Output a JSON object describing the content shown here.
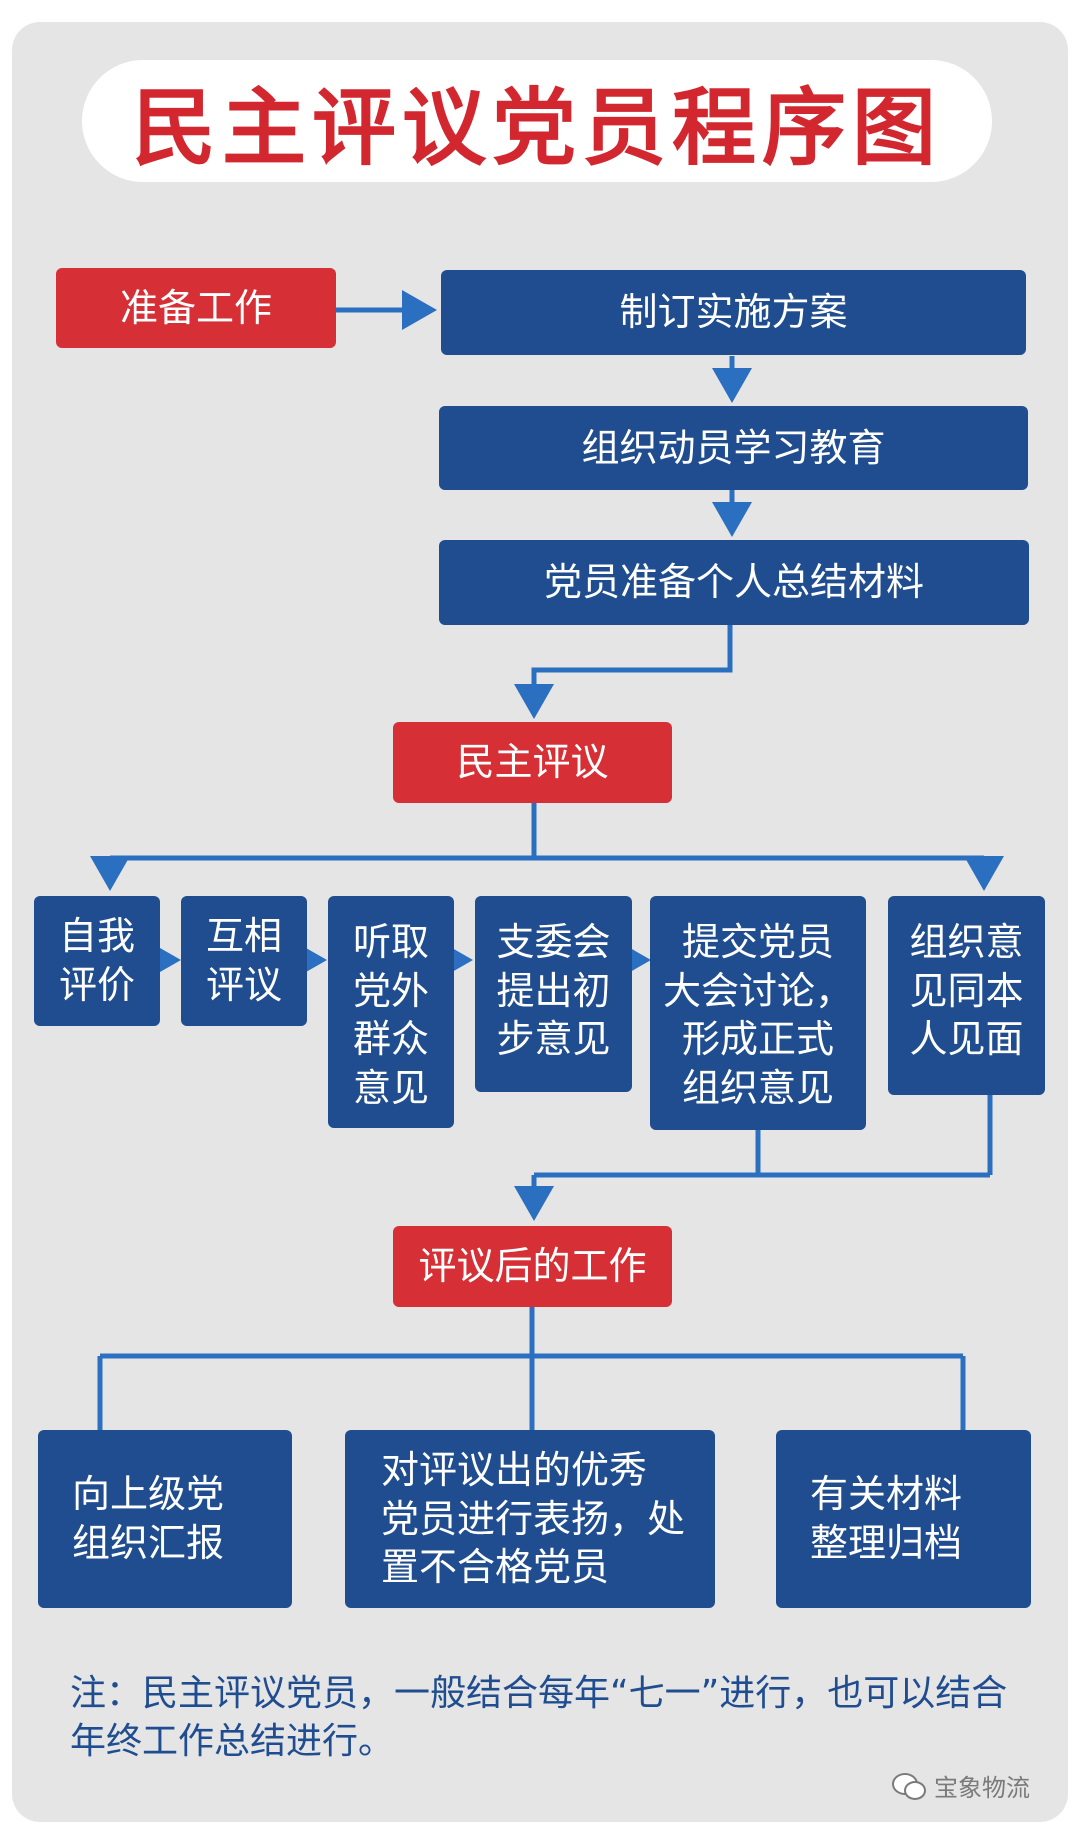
{
  "title": "民主评议党员程序图",
  "colors": {
    "accent_red": "#d62f35",
    "box_blue": "#1f4d8f",
    "arrow_blue": "#2a6fc0",
    "panel_gray": "#e5e5e6"
  },
  "nodes": {
    "prep": "准备工作",
    "plan": "制订实施方案",
    "mobilize": "组织动员学习教育",
    "summary": "党员准备个人总结材料",
    "review": "民主评议",
    "self_eval": "自我\n评价",
    "mutual_eval": "互相\n评议",
    "mass_opinion": "听取\n党外\n群众\n意见",
    "committee": "支委会\n提出初\n步意见",
    "assembly": "提交党员\n大会讨论，\n形成正式\n组织意见",
    "meeting": "组织意\n见同本\n人见面",
    "after": "评议后的工作",
    "report": "向上级党\n组织汇报",
    "commend": "对评议出的优秀\n党员进行表扬，处\n置不合格党员",
    "archive": "有关材料\n整理归档"
  },
  "note": "注：民主评议党员，一般结合每年“七一”进行，也可以结合\n年终工作总结进行。",
  "watermark": {
    "icon": "wechat-icon",
    "text": "宝象物流"
  }
}
